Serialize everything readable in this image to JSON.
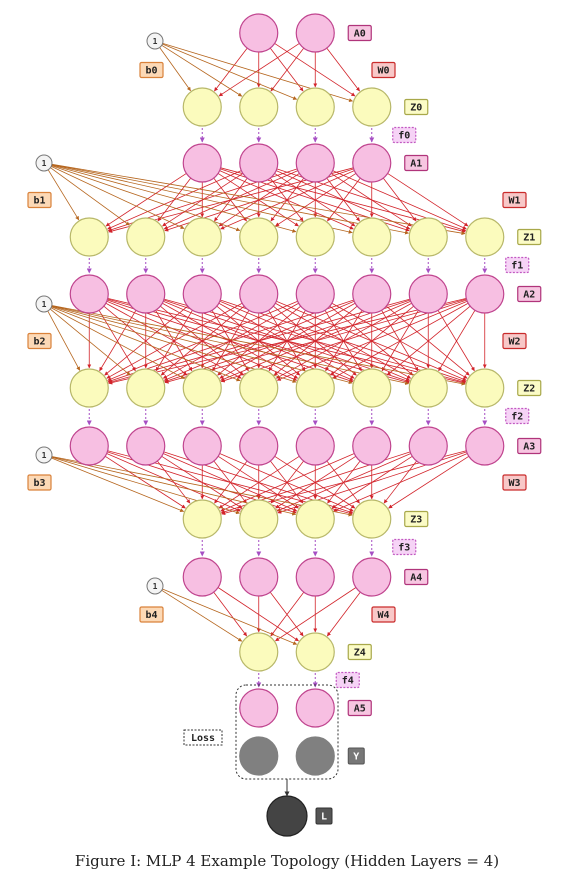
{
  "figure": {
    "caption": "Figure I: MLP 4 Example Topology (Hidden Layers = 4)",
    "bias_label": "1",
    "loss_label": "Loss",
    "label_y": "Y",
    "label_loss_node": "L",
    "colors": {
      "activation_fill": "#f7bfe2",
      "activation_stroke": "#c0458f",
      "preact_fill": "#fbfbbd",
      "preact_stroke": "#b8b86a",
      "weight_edge": "#d2232a",
      "bias_edge": "#b5651d",
      "activation_fn_edge": "#a64fc4",
      "target_fill": "#808080",
      "loss_fill": "#444444",
      "bias_tag_fill": "#fcd9b6",
      "bias_tag_stroke": "#d9823b",
      "weight_tag_fill": "#f8c8c8",
      "weight_tag_stroke": "#c92b2b",
      "z_tag_fill": "#fbfbc6",
      "z_tag_stroke": "#a8a84a",
      "f_tag_fill": "#f6d3f6",
      "f_tag_stroke": "#c158c1",
      "a_tag_fill": "#f7c6e1",
      "a_tag_stroke": "#b0347b"
    },
    "layers": [
      {
        "a": "A0",
        "n_in": 2,
        "w": "W0",
        "b": "b0",
        "z": "Z0",
        "n_out": 4,
        "f": "f0"
      },
      {
        "a": "A1",
        "n_in": 4,
        "w": "W1",
        "b": "b1",
        "z": "Z1",
        "n_out": 8,
        "f": "f1"
      },
      {
        "a": "A2",
        "n_in": 8,
        "w": "W2",
        "b": "b2",
        "z": "Z2",
        "n_out": 8,
        "f": "f2"
      },
      {
        "a": "A3",
        "n_in": 8,
        "w": "W3",
        "b": "b3",
        "z": "Z3",
        "n_out": 4,
        "f": "f3"
      },
      {
        "a": "A4",
        "n_in": 4,
        "w": "W4",
        "b": "b4",
        "z": "Z4",
        "n_out": 2,
        "f": "f4"
      }
    ],
    "output_activation": "A5",
    "output_size": 2
  }
}
